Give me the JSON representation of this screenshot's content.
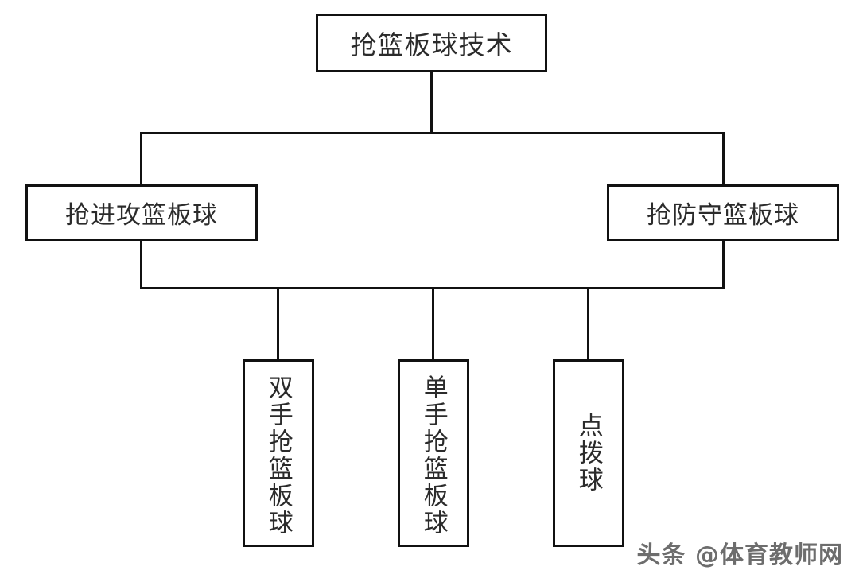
{
  "diagram": {
    "type": "tree",
    "title": "抢篮板球技术",
    "root": {
      "label": "抢篮板球技术"
    },
    "level2": [
      {
        "label": "抢进攻篮板球"
      },
      {
        "label": "抢防守篮板球"
      }
    ],
    "leaves": [
      {
        "label": "双手抢篮板球",
        "orientation": "vertical"
      },
      {
        "label": "单手抢篮板球",
        "orientation": "vertical"
      },
      {
        "label": "点拨球",
        "orientation": "vertical"
      }
    ],
    "colors": {
      "border": "#111111",
      "text": "#2b2b2b",
      "background": "#ffffff",
      "watermark": "#6d6d6d"
    }
  },
  "watermark": {
    "text": "头条 @体育教师网"
  }
}
